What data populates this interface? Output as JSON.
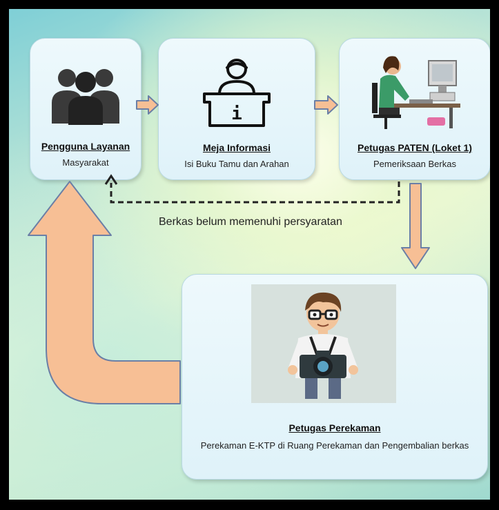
{
  "nodes": {
    "pengguna": {
      "title": "Pengguna Layanan",
      "subtitle": "Masyarakat",
      "icon": "people-group-icon"
    },
    "meja": {
      "title": "Meja Informasi",
      "subtitle": "Isi Buku Tamu dan Arahan",
      "icon": "info-desk-icon"
    },
    "paten": {
      "title": "Petugas PATEN (Loket 1)",
      "subtitle": "Pemeriksaan Berkas",
      "icon": "officer-computer-icon"
    },
    "perekaman": {
      "title": "Petugas Perekaman",
      "subtitle": "Perekaman E-KTP di Ruang Perekaman dan Pengembalian berkas",
      "icon": "photographer-icon"
    }
  },
  "return_note": "Berkas belum memenuhi persyaratan",
  "colors": {
    "arrow_fill": "#f7bf95",
    "arrow_stroke": "#6b7fa6",
    "box_fill": "#e4f4fa",
    "people": "#333333"
  }
}
